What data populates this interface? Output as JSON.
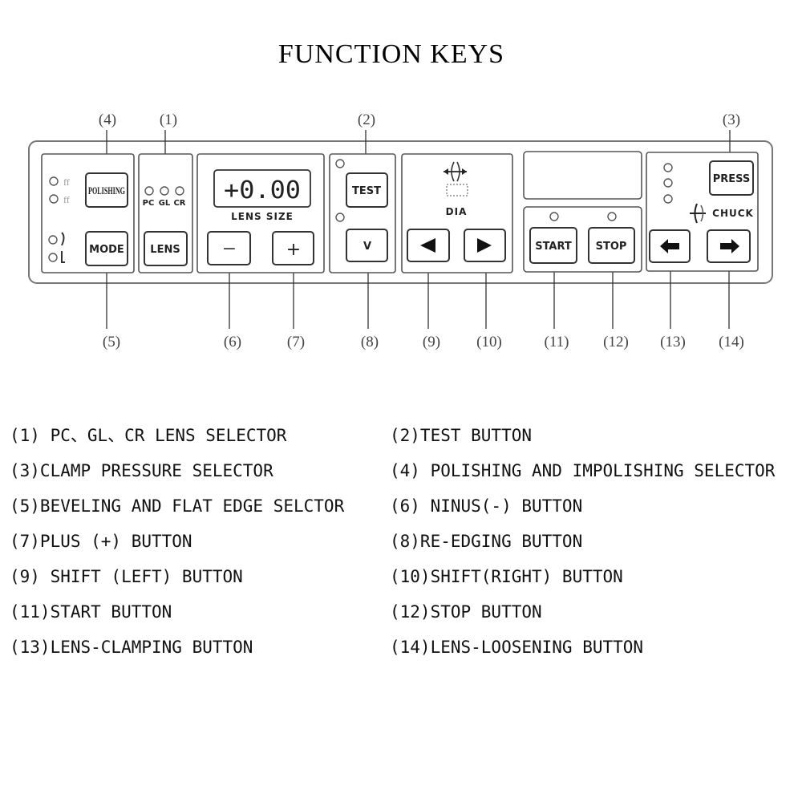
{
  "title": "FUNCTION KEYS",
  "panel": {
    "display_value": "+0.00",
    "lens_size_label": "LENS SIZE",
    "lens_types": [
      "PC",
      "GL",
      "CR"
    ],
    "buttons": {
      "polishing": "POLISHING",
      "mode": "MODE",
      "lens": "LENS",
      "minus": "−",
      "plus": "+",
      "test": "TEST",
      "v": "V",
      "dia_label": "DIA",
      "start": "START",
      "stop": "STOP",
      "press": "PRESS",
      "chuck_label": "CHUCK"
    }
  },
  "callouts": [
    "(1)",
    "(2)",
    "(3)",
    "(4)",
    "(5)",
    "(6)",
    "(7)",
    "(8)",
    "(9)",
    "(10)",
    "(11)",
    "(12)",
    "(13)",
    "(14)"
  ],
  "legend": [
    "(1) PC、GL、CR LENS SELECTOR",
    "(2)TEST BUTTON",
    "(3)CLAMP PRESSURE SELECTOR",
    "(4) POLISHING AND IMPOLISHING SELECTOR",
    "(5)BEVELING AND FLAT EDGE SELCTOR",
    "(6) NINUS(-) BUTTON",
    "(7)PLUS (+) BUTTON",
    "(8)RE-EDGING BUTTON",
    "(9) SHIFT (LEFT) BUTTON",
    "(10)SHIFT(RIGHT) BUTTON",
    "(11)START BUTTON",
    "(12)STOP BUTTON",
    "(13)LENS-CLAMPING BUTTON",
    "(14)LENS-LOOSENING BUTTON"
  ]
}
